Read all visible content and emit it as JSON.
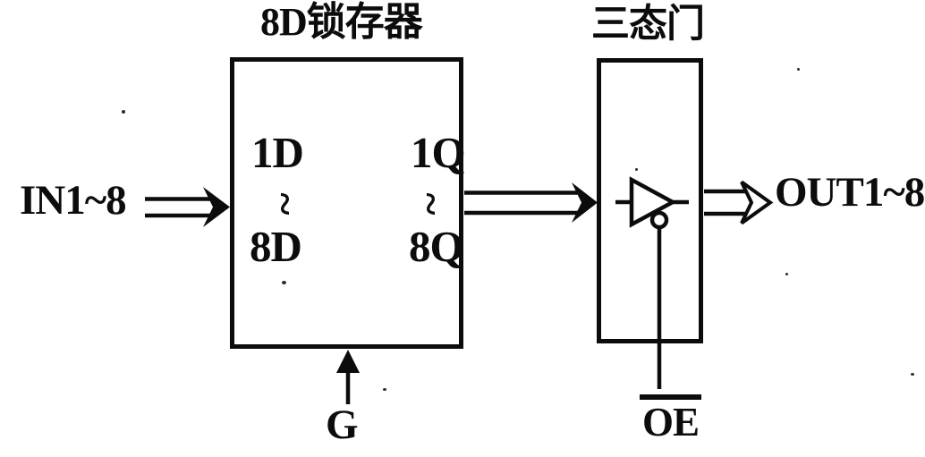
{
  "colors": {
    "ink": "#0c0c0c",
    "paper": "#ffffff"
  },
  "latch": {
    "title": "8D锁存器",
    "pins": {
      "top_left": "1D",
      "top_right": "1Q",
      "bottom_left": "8D",
      "bottom_right": "8Q"
    },
    "range_symbol": "~",
    "gate_label": "G"
  },
  "tristate": {
    "title": "三态门",
    "enable_label": "OE"
  },
  "io": {
    "input_label": "IN1~8",
    "output_label": "OUT1~8"
  }
}
